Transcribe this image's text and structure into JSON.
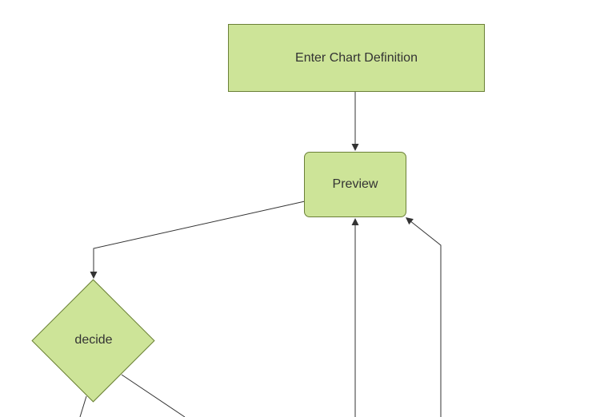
{
  "diagram": {
    "type": "flowchart",
    "colors": {
      "background": "#ffffff",
      "node_fill": "#cde498",
      "node_border": "#6b8037",
      "edge": "#333333",
      "text": "#333333"
    },
    "nodes": [
      {
        "id": "enter-chart-definition",
        "shape": "rectangle",
        "label": "Enter Chart Definition"
      },
      {
        "id": "preview",
        "shape": "rounded-rectangle",
        "label": "Preview"
      },
      {
        "id": "decide",
        "shape": "diamond",
        "label": "decide"
      }
    ],
    "edges": [
      {
        "from": "enter-chart-definition",
        "to": "preview"
      },
      {
        "from": "preview",
        "to": "decide"
      },
      {
        "from": "offscreen-bottom",
        "to": "preview"
      },
      {
        "from": "offscreen-bottom",
        "to": "preview"
      },
      {
        "from": "decide",
        "to": "offscreen-bottom"
      },
      {
        "from": "decide",
        "to": "offscreen-bottom"
      }
    ]
  }
}
